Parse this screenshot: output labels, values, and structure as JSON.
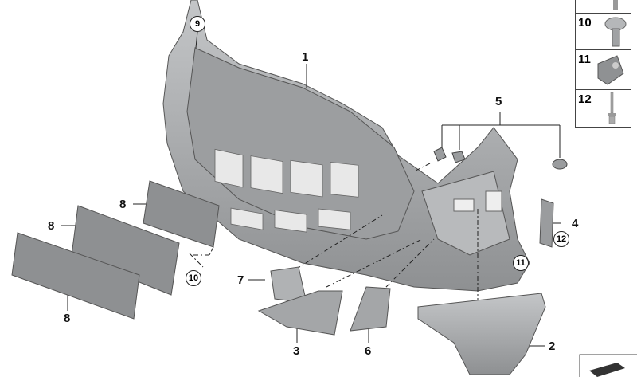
{
  "callouts": {
    "front_bumper_trim": "1",
    "side_trim_panel": "2",
    "trim_cover_left": "3",
    "bracket": "4",
    "clip_set": "5",
    "trim_cover_center": "6",
    "tow_hook_cover": "7",
    "license_plate_base": [
      "8",
      "8",
      "8"
    ],
    "ref_9": "9",
    "ref_10": "10",
    "ref_11": "11",
    "ref_12": "12"
  },
  "hardware_panel": {
    "items": [
      {
        "number": "10",
        "icon": "screw-icon"
      },
      {
        "number": "11",
        "icon": "clip-nut-icon"
      },
      {
        "number": "12",
        "icon": "rivet-icon"
      }
    ]
  },
  "colors": {
    "part_gray": "#a9abad",
    "line": "#222222"
  }
}
